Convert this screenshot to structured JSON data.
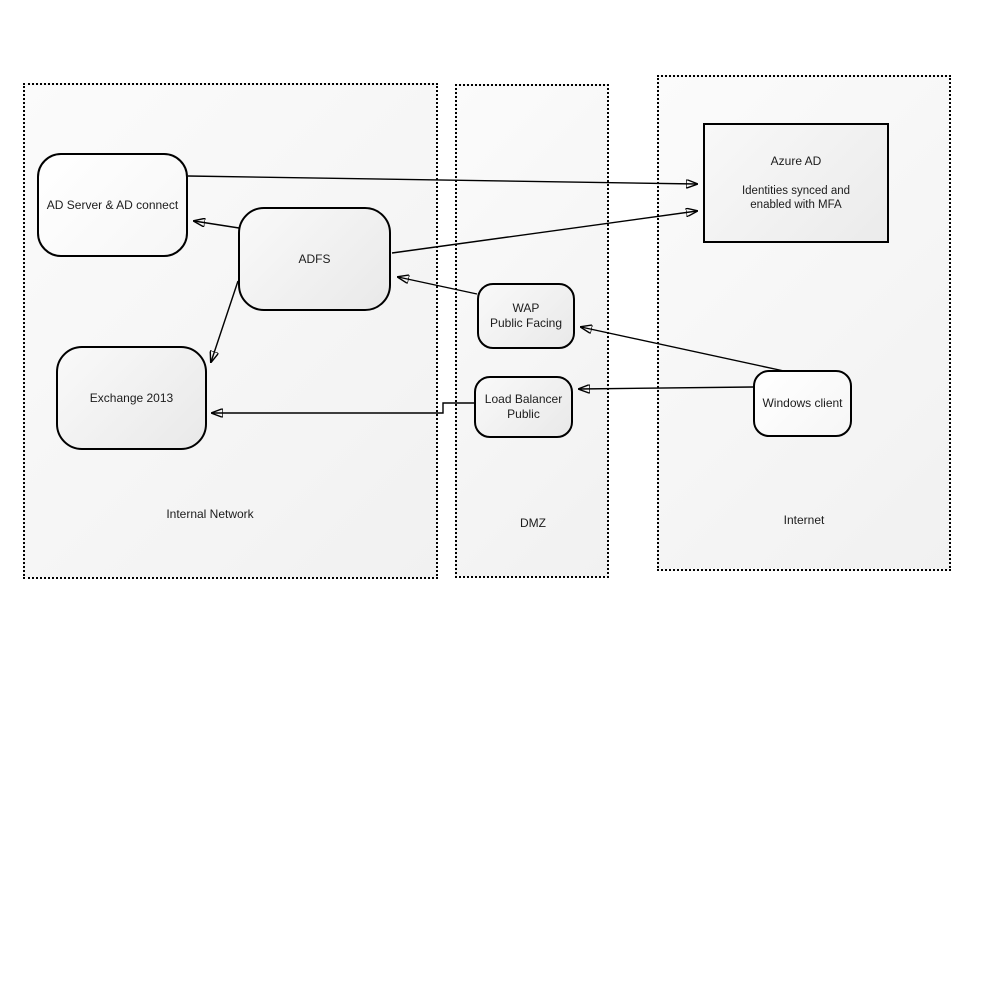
{
  "diagram": {
    "zones": [
      {
        "id": "internal-network",
        "label": "Internal Network"
      },
      {
        "id": "dmz",
        "label": "DMZ"
      },
      {
        "id": "internet",
        "label": "Internet"
      }
    ],
    "nodes": [
      {
        "id": "ad-server",
        "lines": [
          "AD Server & AD connect"
        ],
        "shape": "rounded",
        "fill": "white"
      },
      {
        "id": "adfs",
        "lines": [
          "ADFS"
        ],
        "shape": "rounded",
        "fill": "gray"
      },
      {
        "id": "exchange-2013",
        "lines": [
          "Exchange 2013"
        ],
        "shape": "rounded",
        "fill": "gray"
      },
      {
        "id": "wap",
        "lines": [
          "WAP",
          "Public Facing"
        ],
        "shape": "rounded",
        "fill": "gray"
      },
      {
        "id": "load-balancer",
        "lines": [
          "Load Balancer",
          "Public"
        ],
        "shape": "rounded",
        "fill": "gray"
      },
      {
        "id": "azure-ad",
        "title": "Azure AD",
        "subtitle": [
          "Identities synced and",
          "enabled with MFA"
        ],
        "shape": "rect",
        "fill": "gray"
      },
      {
        "id": "windows-client",
        "lines": [
          "Windows client"
        ],
        "shape": "rounded",
        "fill": "white"
      }
    ],
    "edges": [
      {
        "from": "ad-server",
        "to": "azure-ad"
      },
      {
        "from": "adfs",
        "to": "azure-ad"
      },
      {
        "from": "adfs",
        "to": "ad-server"
      },
      {
        "from": "adfs",
        "to": "exchange-2013"
      },
      {
        "from": "wap",
        "to": "adfs"
      },
      {
        "from": "windows-client",
        "to": "wap"
      },
      {
        "from": "windows-client",
        "to": "load-balancer"
      },
      {
        "from": "load-balancer",
        "to": "exchange-2013"
      }
    ],
    "colors": {
      "edge": "#000000",
      "node_border": "#000000",
      "zone_border": "#000000",
      "node_fill_white": "#ffffff",
      "node_fill_gray": "#ececec",
      "zone_fill": "#f4f4f4",
      "text": "#1c1c1c"
    }
  }
}
